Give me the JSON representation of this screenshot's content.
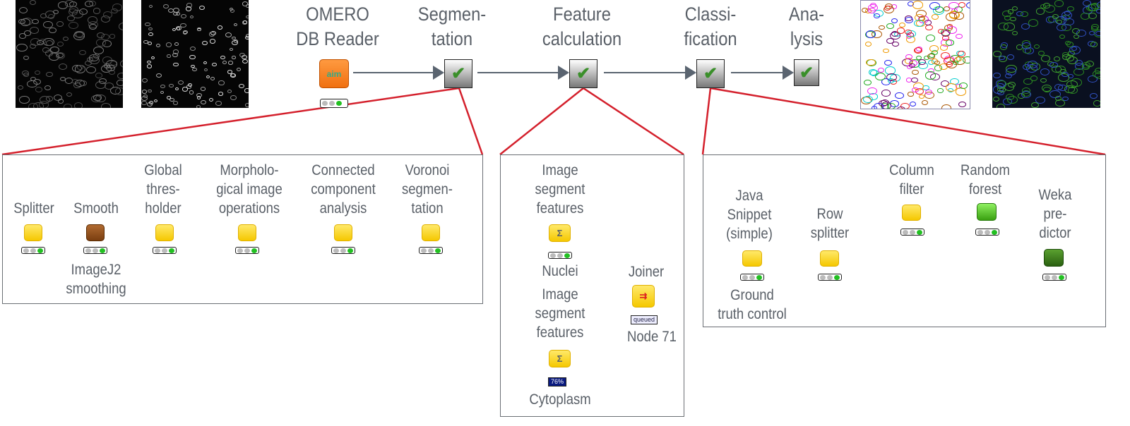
{
  "top": {
    "steps": [
      {
        "label": "OMERO\nDB Reader"
      },
      {
        "label": "Segmen-\ntation"
      },
      {
        "label": "Feature\ncalculation"
      },
      {
        "label": "Classi-\nfication"
      },
      {
        "label": "Ana-\nlysis"
      }
    ],
    "omero_icon_text": "aim"
  },
  "segmentation": {
    "nodes": [
      {
        "label": "Splitter"
      },
      {
        "label": "Smooth",
        "sublabel": "ImageJ2\nsmoothing"
      },
      {
        "label": "Global\nthres-\nholder"
      },
      {
        "label": "Morpholo-\ngical image\noperations"
      },
      {
        "label": "Connected\ncomponent\nanalysis"
      },
      {
        "label": "Voronoi\nsegmen-\ntation"
      }
    ]
  },
  "features": {
    "nuclei": {
      "label": "Image\nsegment\nfeatures",
      "sublabel": "Nuclei"
    },
    "cytoplasm": {
      "label": "Image\nsegment\nfeatures",
      "sublabel": "Cytoplasm",
      "progress": "76%"
    },
    "joiner": {
      "label": "Joiner",
      "sublabel": "Node 71",
      "status": "queued"
    }
  },
  "classification": {
    "nodes": [
      {
        "label": "Java\nSnippet\n(simple)",
        "sublabel": "Ground\ntruth control"
      },
      {
        "label": "Row\nsplitter"
      },
      {
        "label": "Column\nfilter"
      },
      {
        "label": "Random\nforest"
      },
      {
        "label": "Weka\npre-\ndictor"
      }
    ]
  },
  "colors": {
    "zoom_lines": "#d4202c",
    "node_yellow": "#f5c800",
    "omero_orange": "#f07010",
    "status_green": "#22c022",
    "text": "#5a6068"
  }
}
